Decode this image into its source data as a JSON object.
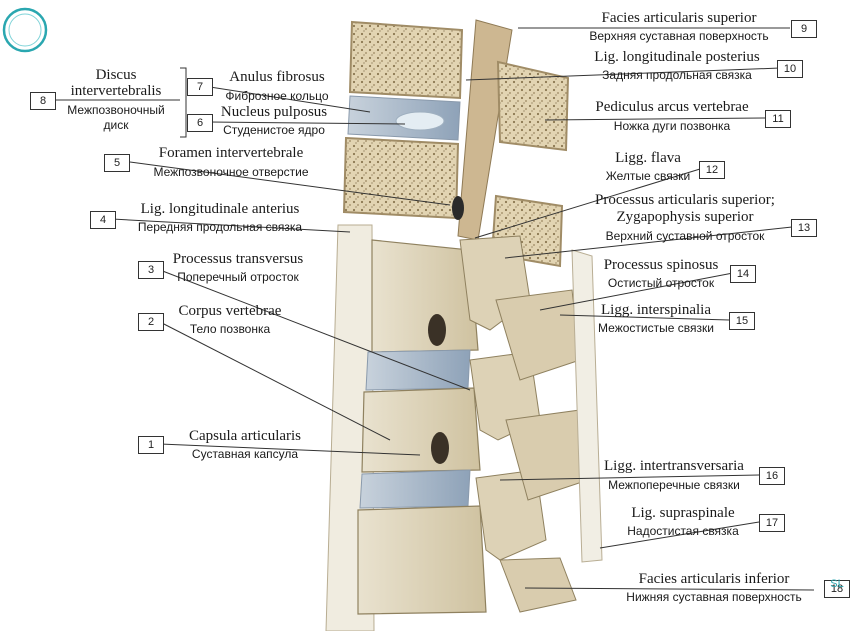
{
  "labels": {
    "l1": {
      "num": "1",
      "lat": "Capsula articularis",
      "ru": "Суставная капсула"
    },
    "l2": {
      "num": "2",
      "lat": "Corpus vertebrae",
      "ru": "Тело позвонка"
    },
    "l3": {
      "num": "3",
      "lat": "Processus transversus",
      "ru": "Поперечный отросток"
    },
    "l4": {
      "num": "4",
      "lat": "Lig. longitudinale anterius",
      "ru": "Передняя продольная связка"
    },
    "l5": {
      "num": "5",
      "lat": "Foramen intervertebrale",
      "ru": "Межпозвоночное отверстие"
    },
    "l6": {
      "num": "6",
      "lat": "Nucleus pulposus",
      "ru": "Студенистое ядро"
    },
    "l7": {
      "num": "7",
      "lat": "Anulus fibrosus",
      "ru": "Фиброзное кольцо"
    },
    "l8": {
      "num": "8",
      "lat1": "Discus",
      "lat2": "intervertebralis",
      "ru1": "Межпозвоночный",
      "ru2": "диск"
    },
    "l9": {
      "num": "9",
      "lat": "Facies articularis superior",
      "ru": "Верхняя суставная поверхность"
    },
    "l10": {
      "num": "10",
      "lat": "Lig. longitudinale posterius",
      "ru": "Задняя продольная связка"
    },
    "l11": {
      "num": "11",
      "lat": "Pediculus arcus vertebrae",
      "ru": "Ножка дуги позвонка"
    },
    "l12": {
      "num": "12",
      "lat": "Ligg. flava",
      "ru": "Желтые связки"
    },
    "l13": {
      "num": "13",
      "lat1": "Processus articularis superior;",
      "lat2": "Zygapophysis superior",
      "ru": "Верхний суставной отросток"
    },
    "l14": {
      "num": "14",
      "lat": "Processus spinosus",
      "ru": "Остистый отросток"
    },
    "l15": {
      "num": "15",
      "lat": "Ligg. interspinalia",
      "ru": "Межостистые связки"
    },
    "l16": {
      "num": "16",
      "lat": "Ligg. intertransversaria",
      "ru": "Межпоперечные связки"
    },
    "l17": {
      "num": "17",
      "lat": "Lig. supraspinale",
      "ru": "Надостистая связка"
    },
    "l18": {
      "num": "18",
      "lat": "Facies articularis inferior",
      "ru": "Нижняя суставная поверхность"
    }
  },
  "watermark": "SL",
  "colors": {
    "bone": "#e6dcc4",
    "spongy": "#d8c6a0",
    "disc": "#b9c6d6",
    "ligament": "#f2efe6",
    "line": "#333333",
    "watermark": "#2aa7b0"
  }
}
